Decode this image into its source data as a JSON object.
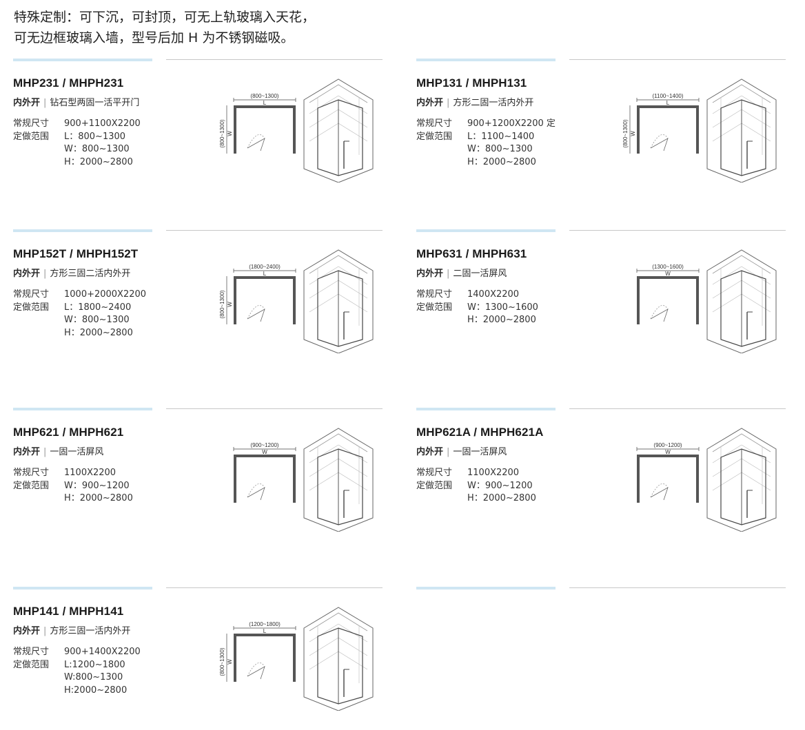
{
  "intro": {
    "line1": "特殊定制：可下沉，可封顶，可无上轨玻璃入天花，",
    "line2": "可无边框玻璃入墙，型号后加 H 为不锈钢磁吸。"
  },
  "products": [
    {
      "model": "MHP231 / MHPH231",
      "open": "内外开",
      "sep": "|",
      "style": "钻石型两固一活平开门",
      "specs": [
        {
          "label": "常规尺寸",
          "value": "900+1100X2200"
        },
        {
          "label": "定做范围",
          "value": "L：800~1300"
        },
        {
          "label": "",
          "value": "W：800~1300"
        },
        {
          "label": "",
          "value": "H：2000~2800"
        }
      ],
      "dims": {
        "top": "(800~1300)",
        "top_letter": "L",
        "side": "(800~1300)",
        "side_letter": "W"
      }
    },
    {
      "model": "MHP131 / MHPH131",
      "open": "内外开",
      "sep": "|",
      "style": "方形二固一活内外开",
      "specs": [
        {
          "label": "常规尺寸",
          "value": "900+1200X2200 定"
        },
        {
          "label": "定做范围",
          "value": "L：1100~1400"
        },
        {
          "label": "",
          "value": "W：800~1300"
        },
        {
          "label": "",
          "value": "H：2000~2800"
        }
      ],
      "dims": {
        "top": "(1100~1400)",
        "top_letter": "L",
        "side": "(800~1300)",
        "side_letter": "W"
      }
    },
    {
      "model": "MHP152T / MHPH152T",
      "open": "内外开",
      "sep": "|",
      "style": "方形三固二活内外开",
      "specs": [
        {
          "label": "常规尺寸",
          "value": "1000+2000X2200"
        },
        {
          "label": "定做范围",
          "value": "L：1800~2400"
        },
        {
          "label": "",
          "value": "W：800~1300"
        },
        {
          "label": "",
          "value": "H：2000~2800"
        }
      ],
      "dims": {
        "top": "(1800~2400)",
        "top_letter": "L",
        "side": "(800~1300)",
        "side_letter": "W"
      }
    },
    {
      "model": "MHP631 / MHPH631",
      "open": "内外开",
      "sep": "|",
      "style": "二固一活屏风",
      "specs": [
        {
          "label": "常规尺寸",
          "value": "1400X2200"
        },
        {
          "label": "定做范围",
          "value": "W：1300~1600"
        },
        {
          "label": "",
          "value": "H：2000~2800"
        }
      ],
      "dims": {
        "top": "(1300~1600)",
        "top_letter": "W"
      }
    },
    {
      "model": "MHP621 / MHPH621",
      "open": "内外开",
      "sep": "|",
      "style": "一固一活屏风",
      "specs": [
        {
          "label": "常规尺寸",
          "value": "1100X2200"
        },
        {
          "label": "定做范围",
          "value": "W：900~1200"
        },
        {
          "label": "",
          "value": "H：2000~2800"
        }
      ],
      "dims": {
        "top": "(900~1200)",
        "top_letter": "W"
      }
    },
    {
      "model": "MHP621A / MHPH621A",
      "open": "内外开",
      "sep": "|",
      "style": "一固一活屏风",
      "specs": [
        {
          "label": "常规尺寸",
          "value": "1100X2200"
        },
        {
          "label": "定做范围",
          "value": "W：900~1200"
        },
        {
          "label": "",
          "value": "H：2000~2800"
        }
      ],
      "dims": {
        "top": "(900~1200)",
        "top_letter": "W"
      }
    },
    {
      "model": "MHP141 / MHPH141",
      "open": "内外开",
      "sep": "|",
      "style": "方形三固一活内外开",
      "specs": [
        {
          "label": "常规尺寸",
          "value": "900+1400X2200"
        },
        {
          "label": "定做范围",
          "value": "L:1200~1800"
        },
        {
          "label": "",
          "value": "W:800~1300"
        },
        {
          "label": "",
          "value": "H:2000~2800"
        }
      ],
      "dims": {
        "top": "(1200~1800)",
        "top_letter": "L",
        "side": "(800~1300)",
        "side_letter": "W"
      }
    }
  ],
  "colors": {
    "accent_bar": "#cfe6f3",
    "divider": "#c7c7c7",
    "frame": "#555555"
  }
}
